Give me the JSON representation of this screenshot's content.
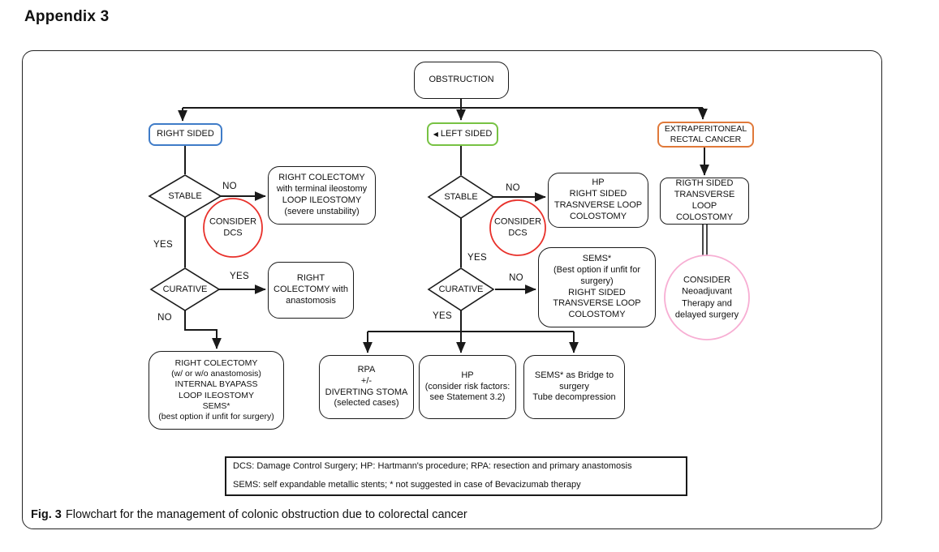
{
  "page": {
    "title": "Appendix 3"
  },
  "caption": {
    "label": "Fig. 3",
    "text": "Flowchart for the management of colonic obstruction due to colorectal cancer"
  },
  "colors": {
    "blue": "#3f7cc8",
    "green": "#77c243",
    "orange": "#e0793a",
    "red": "#e8302a",
    "pink": "#f7aed3",
    "line": "#1a1a1a"
  },
  "icons": {
    "left_sided_arrowhead": "◀"
  },
  "nodes": {
    "obstruction": "OBSTRUCTION",
    "right_sided": "RIGHT SIDED",
    "left_sided": "LEFT SIDED",
    "extraperitoneal": "EXTRAPERITONEAL\nRECTAL CANCER",
    "stable_left": "STABLE",
    "rc_unstable": "RIGHT COLECTOMY\nwith terminal ileostomy\nLOOP ILEOSTOMY\n(severe unstability)",
    "consider_dcs_left": "CONSIDER\nDCS",
    "curative_left": "CURATIVE",
    "rc_anastomosis": "RIGHT\nCOLECTOMY with\nanastomosis",
    "rc_bypass": "RIGHT COLECTOMY\n(w/ or w/o anastomosis)\nINTERNAL BYAPASS\nLOOP ILEOSTOMY\nSEMS*\n(best option if unfit for surgery)",
    "stable_mid": "STABLE",
    "hp_mid": "HP\nRIGHT SIDED\nTRASNVERSE LOOP\nCOLOSTOMY",
    "consider_dcs_mid": "CONSIDER\nDCS",
    "curative_mid": "CURATIVE",
    "sems_mid": "SEMS*\n(Best option if unfit for\nsurgery)\nRIGHT SIDED\nTRANSVERSE LOOP\nCOLOSTOMY",
    "rpa": "RPA\n+/-\nDIVERTING STOMA\n(selected cases)",
    "hp_bottom": "HP\n(consider risk factors:\nsee Statement 3.2)",
    "sems_bridge": "SEMS* as Bridge to\nsurgery\nTube decompression",
    "rigth_transverse": "RIGTH SIDED\nTRANSVERSE\nLOOP\nCOLOSTOMY",
    "neoadjuvant": "CONSIDER\nNeoadjuvant\nTherapy and\ndelayed surgery"
  },
  "edge_labels": {
    "stable_left_no": "NO",
    "stable_left_yes": "YES",
    "curative_left_yes": "YES",
    "curative_left_no": "NO",
    "stable_mid_no": "NO",
    "stable_mid_yes": "YES",
    "curative_mid_no": "NO",
    "curative_mid_yes": "YES"
  },
  "legend": {
    "line1": "DCS: Damage Control Surgery; HP: Hartmann's procedure; RPA: resection and primary anastomosis",
    "line2": "SEMS: self expandable metallic stents; * not suggested in case of Bevacizumab therapy"
  }
}
